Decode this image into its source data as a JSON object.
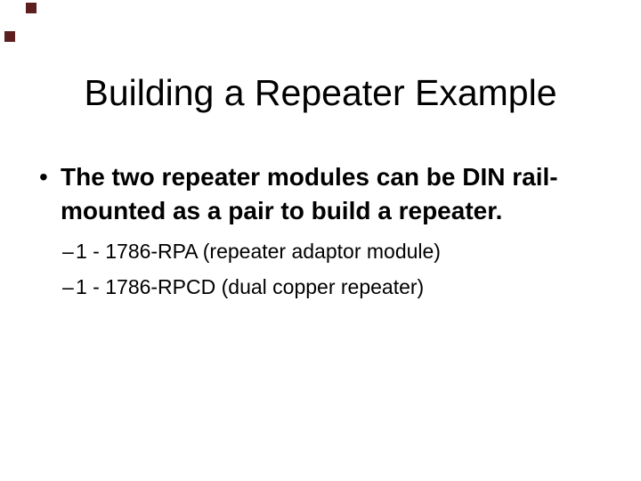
{
  "slide": {
    "background_color": "#ffffff",
    "text_color": "#000000",
    "decor": {
      "squares": [
        {
          "position": "top",
          "color": "#5B1F1F"
        },
        {
          "position": "left",
          "color": "#5B1F1F"
        }
      ]
    },
    "title": "Building a Repeater Example",
    "bullet": {
      "marker": "•",
      "lines": [
        "The two repeater modules can be DIN rail-",
        "mounted as a pair to build a repeater."
      ]
    },
    "sub_bullets": [
      {
        "marker": "–",
        "text": "1 - 1786-RPA (repeater adaptor module)"
      },
      {
        "marker": "–",
        "text": "1 - 1786-RPCD (dual copper repeater)"
      }
    ]
  }
}
